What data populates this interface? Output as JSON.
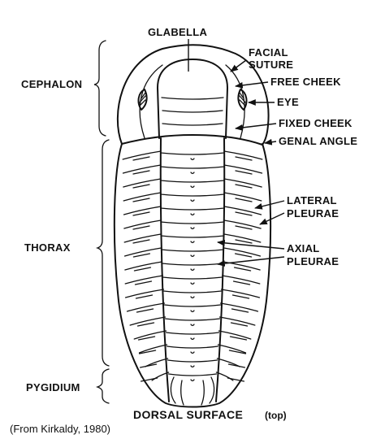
{
  "labels": {
    "glabella": "GLABELLA",
    "facial": "FACIAL",
    "suture": "SUTURE",
    "free_cheek": "FREE CHEEK",
    "eye": "EYE",
    "fixed_cheek": "FIXED CHEEK",
    "genal_angle": "GENAL ANGLE",
    "lateral": "LATERAL",
    "lateral_pleurae": "PLEURAE",
    "axial": "AXIAL",
    "axial_pleurae": "PLEURAE",
    "cephalon": "CEPHALON",
    "thorax": "THORAX",
    "pygidium": "PYGIDIUM"
  },
  "title": {
    "main": "DORSAL SURFACE",
    "suffix": "(top)"
  },
  "caption": "(From Kirkaldy, 1980)"
}
